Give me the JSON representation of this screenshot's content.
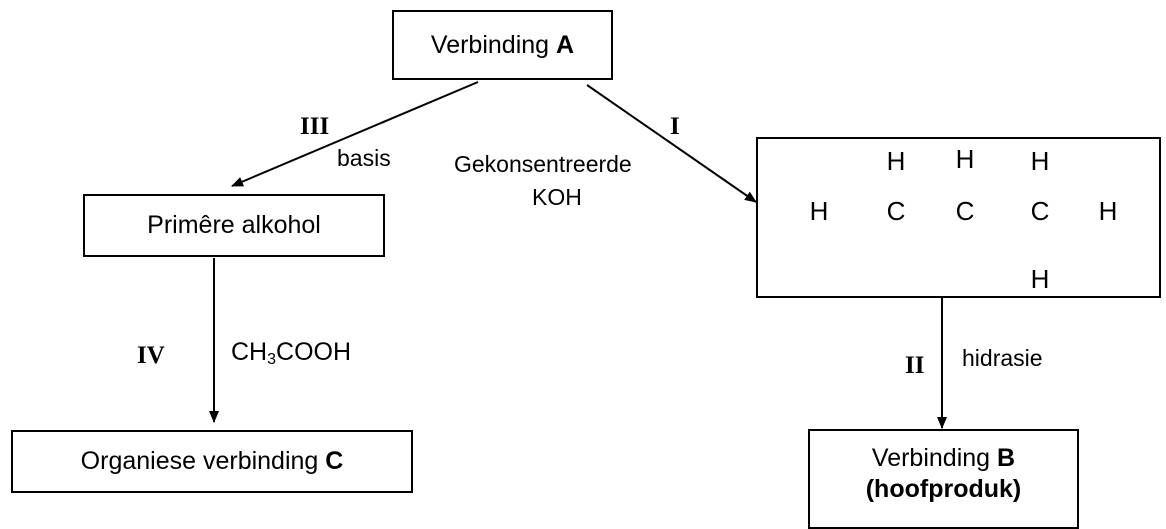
{
  "compound_a": {
    "text": "Verbinding ",
    "letter": "A"
  },
  "primary_alcohol": {
    "text": "Primêre alkohol"
  },
  "compound_c": {
    "text": "Organiese verbinding ",
    "letter": "C"
  },
  "compound_b": {
    "text": "Verbinding ",
    "letter": "B",
    "subtitle": "(hoofproduk)"
  },
  "reactions": {
    "r1": {
      "numeral": "I",
      "reagent_line1": "Gekonsentreerde",
      "reagent_line2": "KOH"
    },
    "r2": {
      "numeral": "II",
      "condition": "hidrasie"
    },
    "r3": {
      "numeral": "III",
      "condition": "basis"
    },
    "r4": {
      "numeral": "IV",
      "reagent_prefix": "CH",
      "reagent_sub": "3",
      "reagent_suffix": "COOH"
    }
  },
  "structure": {
    "carbon": "C",
    "hydrogen": "H"
  }
}
